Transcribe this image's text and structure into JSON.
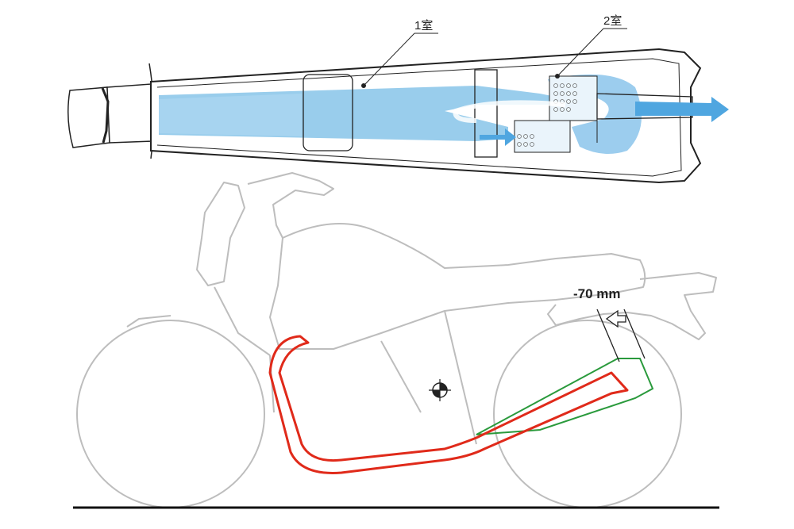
{
  "labels": {
    "chamber_1": "1室",
    "chamber_2": "2室",
    "offset": "-70 mm"
  },
  "colors": {
    "outline": "#222222",
    "airflow": "#8ec8ea",
    "airflow_light": "#cfe8f7",
    "arrow": "#4fa6e0",
    "bike_outline": "#bdbdbd",
    "old_exhaust": "#e02a1a",
    "new_exhaust": "#2a9a3c",
    "ground": "#111111"
  }
}
